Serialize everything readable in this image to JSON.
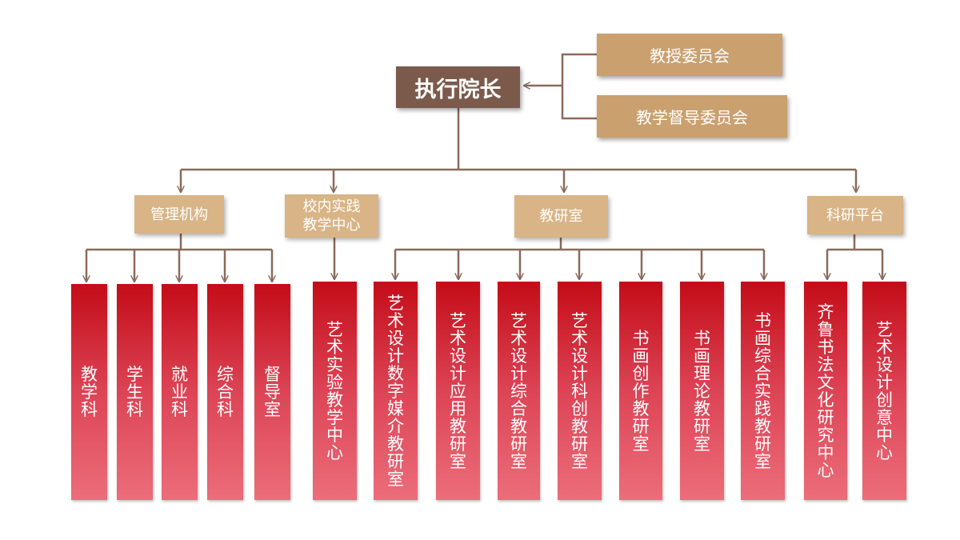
{
  "root": {
    "label": "执行院长"
  },
  "committees": [
    {
      "label": "教授委员会"
    },
    {
      "label": "教学督导委员会"
    }
  ],
  "departments": [
    {
      "label": "管理机构",
      "children": [
        "教学科",
        "学生科",
        "就业科",
        "综合科",
        "督导室"
      ]
    },
    {
      "label": "校内实践\n教学中心",
      "children": [
        "艺术实验教学中心"
      ]
    },
    {
      "label": "教研室",
      "children": [
        "艺术设计数字媒介教研室",
        "艺术设计应用教研室",
        "艺术设计综合教研室",
        "艺术设计科创教研室",
        "书画创作教研室",
        "书画理论教研室",
        "书画综合实践教研室"
      ]
    },
    {
      "label": "科研平台",
      "children": [
        "齐鲁书法文化研究中心",
        "艺术设计创意中心"
      ]
    }
  ],
  "colors": {
    "connector": "#8a6a5a",
    "root": "#7b5a4c",
    "committee": "#c9a06e",
    "department": "#d8b486",
    "leaf_top": "#c40c18",
    "leaf_bottom": "#ec6d7a"
  }
}
